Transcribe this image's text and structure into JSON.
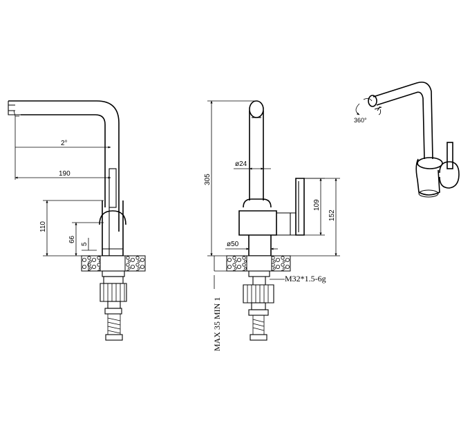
{
  "front_view": {
    "dim_angle": "2°",
    "dim_reach": "190",
    "dim_height": "110",
    "dim_base": "66",
    "dim_small": "5"
  },
  "side_view": {
    "dim_total_height": "305",
    "dim_spout_diameter": "ø24",
    "dim_lever": "109",
    "dim_lever_total": "152",
    "dim_base_diameter": "ø50",
    "thread": "M32*1.5-6g",
    "countertop": "MAX 35 MIN 1"
  },
  "iso_view": {
    "rotation": "360°"
  }
}
